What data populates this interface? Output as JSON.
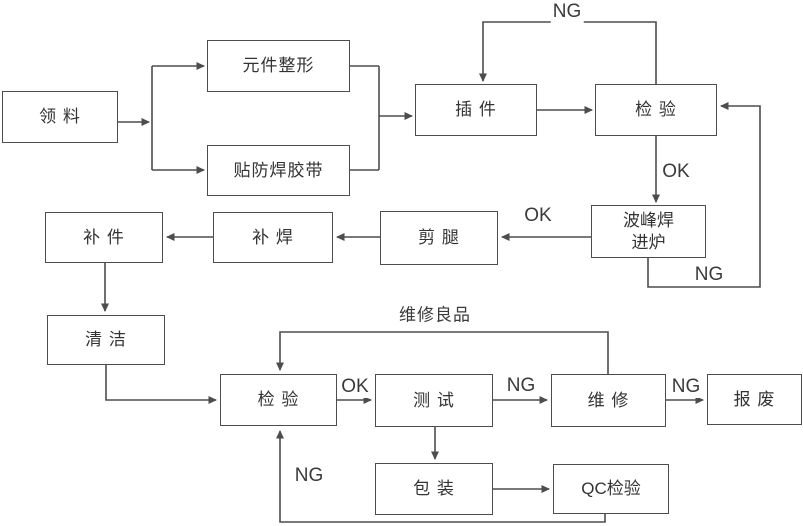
{
  "diagram": {
    "type": "flowchart",
    "language": "zh-CN",
    "colors": {
      "line": "#4d4d4d",
      "text": "#333333",
      "background": "#ffffff"
    },
    "nodes": {
      "receive": {
        "label": "领 料"
      },
      "shaping": {
        "label": "元件整形"
      },
      "tape": {
        "label": "贴防焊胶带"
      },
      "insert": {
        "label": "插 件"
      },
      "inspect1": {
        "label": "检 验"
      },
      "wave": {
        "line1": "波峰焊",
        "line2": "进炉"
      },
      "cutlegs": {
        "label": "剪 腿"
      },
      "resolder": {
        "label": "补 焊"
      },
      "repart": {
        "label": "补 件"
      },
      "clean": {
        "label": "清 洁"
      },
      "inspect2": {
        "label": "检 验"
      },
      "test": {
        "label": "测 试"
      },
      "repair": {
        "label": "维 修"
      },
      "scrap": {
        "label": "报 废"
      },
      "pack": {
        "label": "包 装"
      },
      "qc": {
        "label": "QC检验"
      }
    },
    "edge_labels": {
      "ng_top": "NG",
      "ok_inspect1": "OK",
      "ng_wave": "NG",
      "ok_wave": "OK",
      "repair_good": "维修良品",
      "ok_inspect2": "OK",
      "ng_test": "NG",
      "ng_repair": "NG",
      "ng_qc": "NG"
    },
    "edges": [
      {
        "from": "receive",
        "to": "shaping",
        "label": ""
      },
      {
        "from": "receive",
        "to": "tape",
        "label": ""
      },
      {
        "from": "shaping",
        "to": "insert",
        "label": ""
      },
      {
        "from": "tape",
        "to": "insert",
        "label": ""
      },
      {
        "from": "insert",
        "to": "inspect1",
        "label": ""
      },
      {
        "from": "inspect1",
        "to": "insert",
        "label": "NG"
      },
      {
        "from": "inspect1",
        "to": "wave",
        "label": "OK"
      },
      {
        "from": "wave",
        "to": "inspect1",
        "label": "NG"
      },
      {
        "from": "wave",
        "to": "cutlegs",
        "label": "OK"
      },
      {
        "from": "cutlegs",
        "to": "resolder",
        "label": ""
      },
      {
        "from": "resolder",
        "to": "repart",
        "label": ""
      },
      {
        "from": "repart",
        "to": "clean",
        "label": ""
      },
      {
        "from": "clean",
        "to": "inspect2",
        "label": ""
      },
      {
        "from": "inspect2",
        "to": "test",
        "label": "OK"
      },
      {
        "from": "test",
        "to": "repair",
        "label": "NG"
      },
      {
        "from": "repair",
        "to": "scrap",
        "label": "NG"
      },
      {
        "from": "repair",
        "to": "inspect2",
        "label": "维修良品"
      },
      {
        "from": "test",
        "to": "pack",
        "label": ""
      },
      {
        "from": "pack",
        "to": "qc",
        "label": ""
      },
      {
        "from": "qc",
        "to": "inspect2",
        "label": "NG"
      }
    ]
  }
}
